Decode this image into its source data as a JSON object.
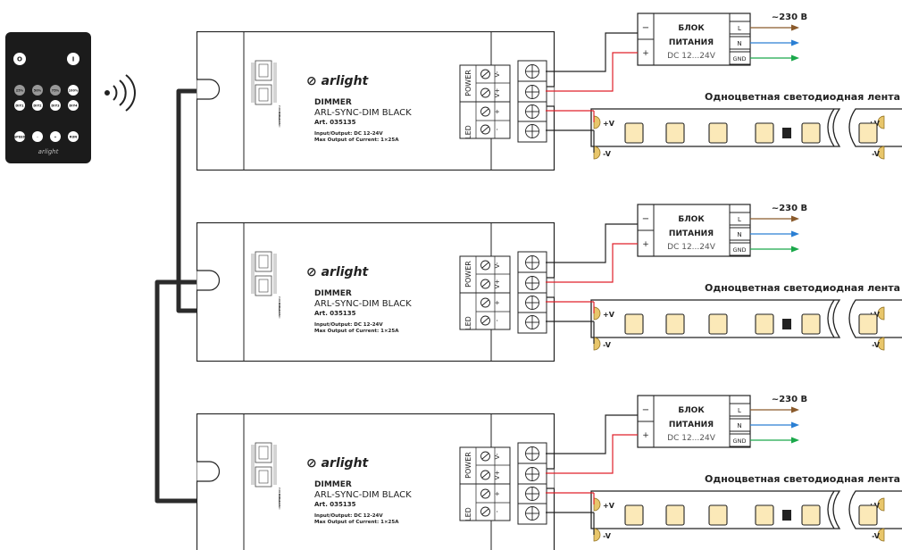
{
  "remote": {
    "buttons": [
      "O",
      "I",
      "25%",
      "50%",
      "75%",
      "100%",
      "DIY1",
      "DIY2",
      "DIY3",
      "DIY4",
      "SPEED",
      "-",
      "+",
      "RUN"
    ],
    "logo": "arlight"
  },
  "dimmer": {
    "logo": "arlight",
    "title": "DIMMER",
    "model": "ARL-SYNC-DIM BLACK",
    "art": "Art. 035135",
    "spec1": "Input/Output: DC 12-24V",
    "spec2": "Max Output of Current: 1×25A",
    "power_label": "POWER",
    "led_label": "LED",
    "term_vminus": "V-",
    "term_vplus": "V+",
    "term_plus": "+",
    "term_minus": "-"
  },
  "psu": {
    "title1": "БЛОК",
    "title2": "ПИТАНИЯ",
    "voltage": "DC 12...24V",
    "minus": "−",
    "plus": "+",
    "L": "L",
    "N": "N",
    "GND": "GND",
    "mains": "~230 В"
  },
  "strip": {
    "title": "Одноцветная светодиодная лента",
    "vplus": "+V",
    "vminus": "-V"
  },
  "colors": {
    "L": "#8a5a2b",
    "N": "#2a7fd4",
    "GND": "#1aa84a",
    "red": "#e0202a",
    "led": "#fbe9b8"
  },
  "units": [
    {
      "psu_title1": "БЛОК",
      "psu_title2": "ПИТАНИЯ",
      "psu_voltage": "DC 12...24V",
      "mains": "~230 В",
      "strip_title": "Одноцветная светодиодная лента"
    },
    {
      "psu_title1": "БЛОК",
      "psu_title2": "ПИТАНИЯ",
      "psu_voltage": "DC 12...24V",
      "mains": "~230 В",
      "strip_title": "Одноцветная светодиодная лента"
    },
    {
      "psu_title1": "БЛОК",
      "psu_title2": "ПИТАНИЯ",
      "psu_voltage": "DC 12...24V",
      "mains": "~230 В",
      "strip_title": "Одноцветная светодиодная лента"
    }
  ]
}
